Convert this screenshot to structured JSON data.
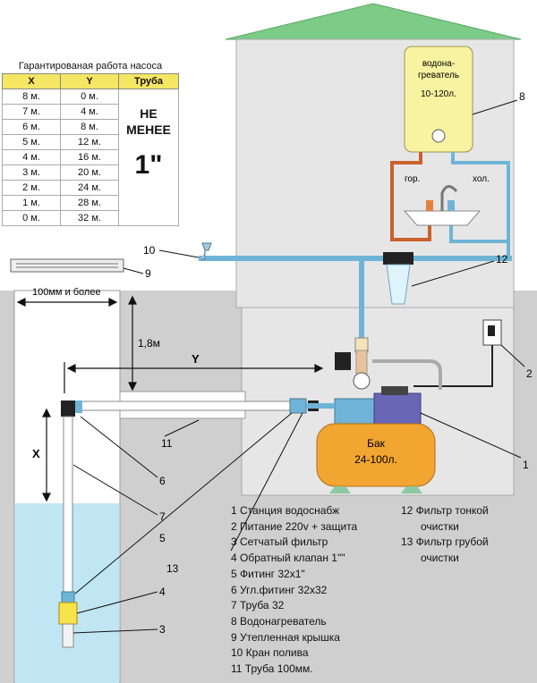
{
  "table": {
    "title": "Гарантированая работа насоса",
    "headers": [
      "X",
      "Y",
      "Труба"
    ],
    "rows": [
      [
        "8 м.",
        "0 м."
      ],
      [
        "7 м.",
        "4 м."
      ],
      [
        "6 м.",
        "8 м."
      ],
      [
        "5 м.",
        "12 м."
      ],
      [
        "4 м.",
        "16 м."
      ],
      [
        "3 м.",
        "20 м."
      ],
      [
        "2 м.",
        "24 м."
      ],
      [
        "1 м.",
        "28 м."
      ],
      [
        "0 м.",
        "32 м."
      ]
    ],
    "pipe_note_1": "НЕ",
    "pipe_note_2": "МЕНЕЕ",
    "pipe_size": "1\""
  },
  "labels": {
    "heater_1": "водона-",
    "heater_2": "греватель",
    "heater_3": "10-120л.",
    "hot": "гор.",
    "cold": "хол.",
    "tank_1": "Бак",
    "tank_2": "24-100л.",
    "width": "100мм и более",
    "depth": "1,8м",
    "y_dim": "Y",
    "x_dim": "X"
  },
  "callouts": {
    "c1": "1",
    "c2": "2",
    "c3": "3",
    "c4": "4",
    "c5": "5",
    "c6": "6",
    "c7": "7",
    "c8": "8",
    "c9": "9",
    "c10": "10",
    "c11": "11",
    "c12": "12",
    "c13": "13"
  },
  "legend_left": [
    "1 Станция водоснабж",
    "2 Питание 220v + защита",
    "3 Сетчатый фильтр",
    "4 Обратный клапан 1\"\"",
    "5 Фитинг 32х1\"",
    "6 Угл.фитинг 32х32",
    "7 Труба 32",
    "8 Водонагреватель",
    "9 Утепленная крышка",
    "10 Кран полива",
    "11 Труба 100мм."
  ],
  "legend_right": [
    "12 Фильтр тонкой",
    "очистки",
    "13 Фильтр грубой",
    "очистки"
  ],
  "colors": {
    "ground": "#cfcfcf",
    "water": "#bfe6f2",
    "roof": "#7ccb86",
    "blue_pipe": "#6fb4d6",
    "hot_pipe": "#c9622c",
    "heater": "#f7f3a0",
    "tank": "#f2a530",
    "pump": "#6a66b6"
  }
}
